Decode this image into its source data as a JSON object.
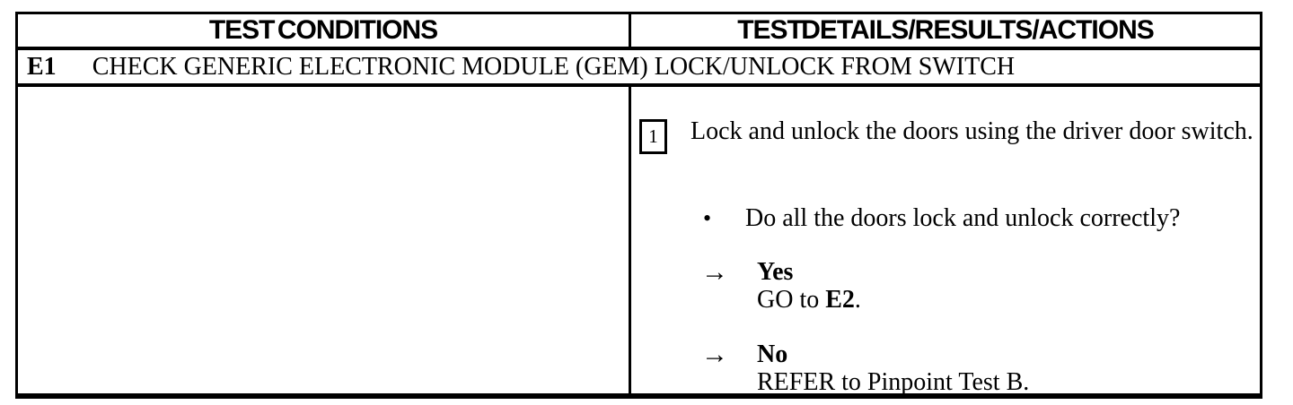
{
  "header": {
    "left": "TEST CONDITIONS",
    "right": "TEST DETAILS/RESULTS/ACTIONS"
  },
  "test": {
    "id": "E1",
    "title": "CHECK GENERIC ELECTRONIC MODULE (GEM) LOCK/UNLOCK FROM SWITCH"
  },
  "step": {
    "number": "1",
    "text": "Lock and unlock the doors using the driver door switch."
  },
  "question": {
    "bullet": "•",
    "text": "Do all the doors lock and unlock correctly?"
  },
  "results": [
    {
      "arrow": "→",
      "answer": "Yes",
      "action_pre": "GO to ",
      "action_bold": "E2",
      "action_post": "."
    },
    {
      "arrow": "→",
      "answer": "No",
      "action_pre": "REFER to Pinpoint Test B.",
      "action_bold": "",
      "action_post": ""
    }
  ],
  "colors": {
    "ink": "#000000",
    "paper": "#ffffff"
  }
}
